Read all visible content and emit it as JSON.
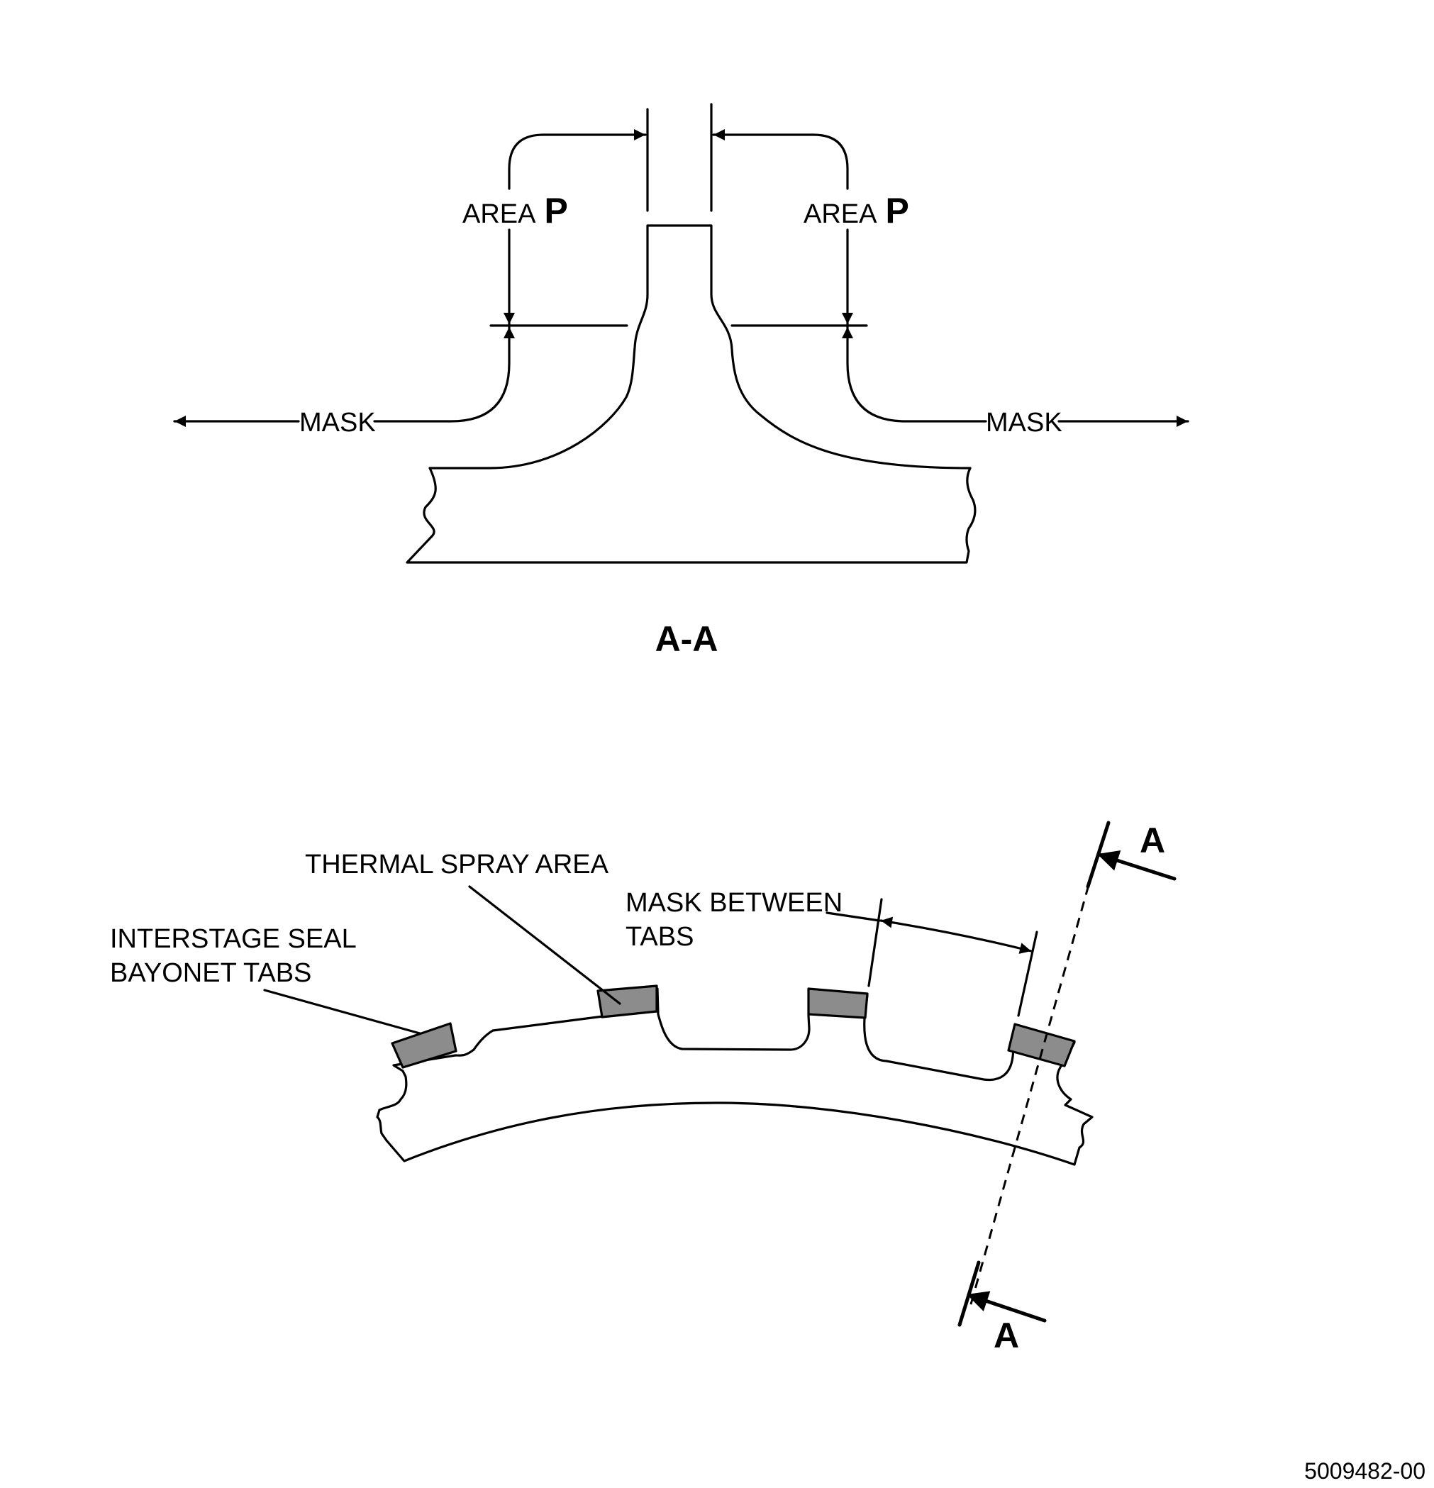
{
  "section_view": {
    "area_left": "AREA",
    "area_left_letter": "P",
    "area_right": "AREA",
    "area_right_letter": "P",
    "mask_left": "MASK",
    "mask_right": "MASK",
    "title": "A-A"
  },
  "plan_view": {
    "thermal_spray_area": "THERMAL SPRAY AREA",
    "mask_between_tabs_line1": "MASK BETWEEN",
    "mask_between_tabs_line2": "TABS",
    "bayonet_tabs_line1": "INTERSTAGE SEAL",
    "bayonet_tabs_line2": "BAYONET TABS",
    "section_marker_top": "A",
    "section_marker_bottom": "A"
  },
  "figure_number": "5009482-00"
}
